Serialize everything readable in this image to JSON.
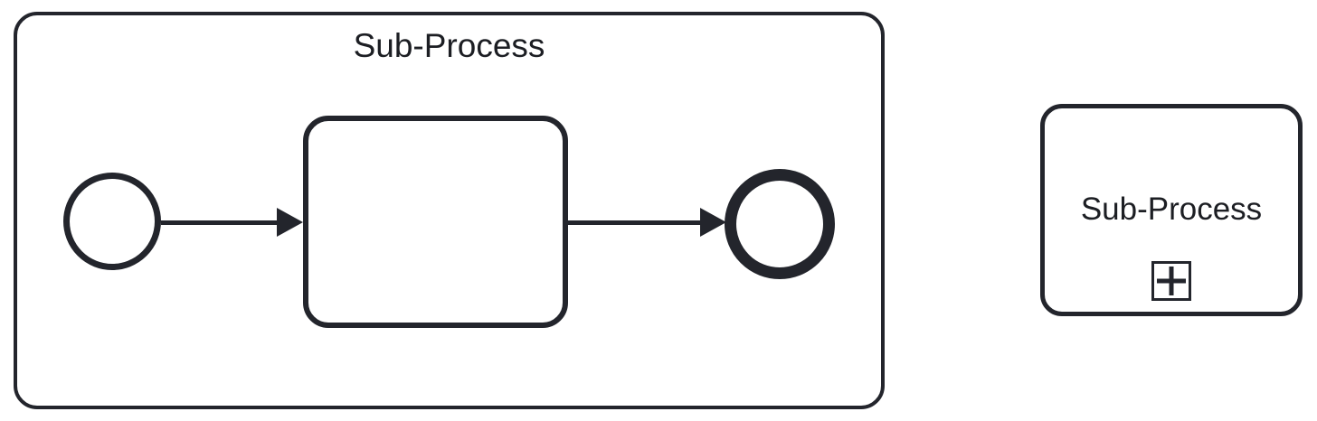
{
  "diagram": {
    "type": "bpmn",
    "colors": {
      "stroke": "#23252c",
      "fill": "#ffffff",
      "text": "#1c1e23"
    },
    "expanded_subprocess": {
      "label": "Sub-Process",
      "nodes": [
        {
          "type": "start-event"
        },
        {
          "type": "task"
        },
        {
          "type": "end-event"
        }
      ],
      "flows": [
        {
          "from": "start-event",
          "to": "task"
        },
        {
          "from": "task",
          "to": "end-event"
        }
      ]
    },
    "collapsed_subprocess": {
      "label": "Sub-Process",
      "marker": "plus-icon"
    }
  }
}
